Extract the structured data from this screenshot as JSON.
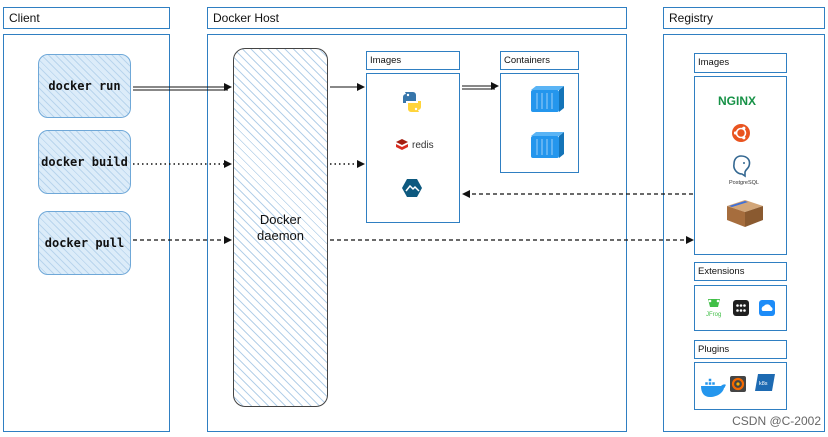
{
  "client": {
    "title": "Client",
    "commands": [
      "docker run",
      "docker build",
      "docker pull"
    ]
  },
  "host": {
    "title": "Docker Host",
    "daemon_label": "Docker daemon",
    "images_title": "Images",
    "containers_title": "Containers",
    "redis_text": "redis"
  },
  "registry": {
    "title": "Registry",
    "images_title": "Images",
    "nginx_text": "NGINX",
    "postgres_text": "PostgreSQL",
    "extensions_title": "Extensions",
    "plugins_title": "Plugins",
    "jfrog_text": "JFrog",
    "k8s_text": "k8s"
  },
  "watermark": "CSDN @C-2002",
  "colors": {
    "border": "#2f7fc2",
    "container": "#2496ed",
    "nginx": "#179247",
    "ubuntu": "#e95420",
    "redis": "#d82c20"
  },
  "icons": [
    "python-icon",
    "redis-icon",
    "alpine-icon",
    "container-icon",
    "nginx-icon",
    "ubuntu-icon",
    "postgresql-icon",
    "box-icon",
    "jfrog-icon",
    "dots-icon",
    "cloud-icon",
    "docker-whale-icon",
    "grafana-icon",
    "vmware-icon"
  ]
}
